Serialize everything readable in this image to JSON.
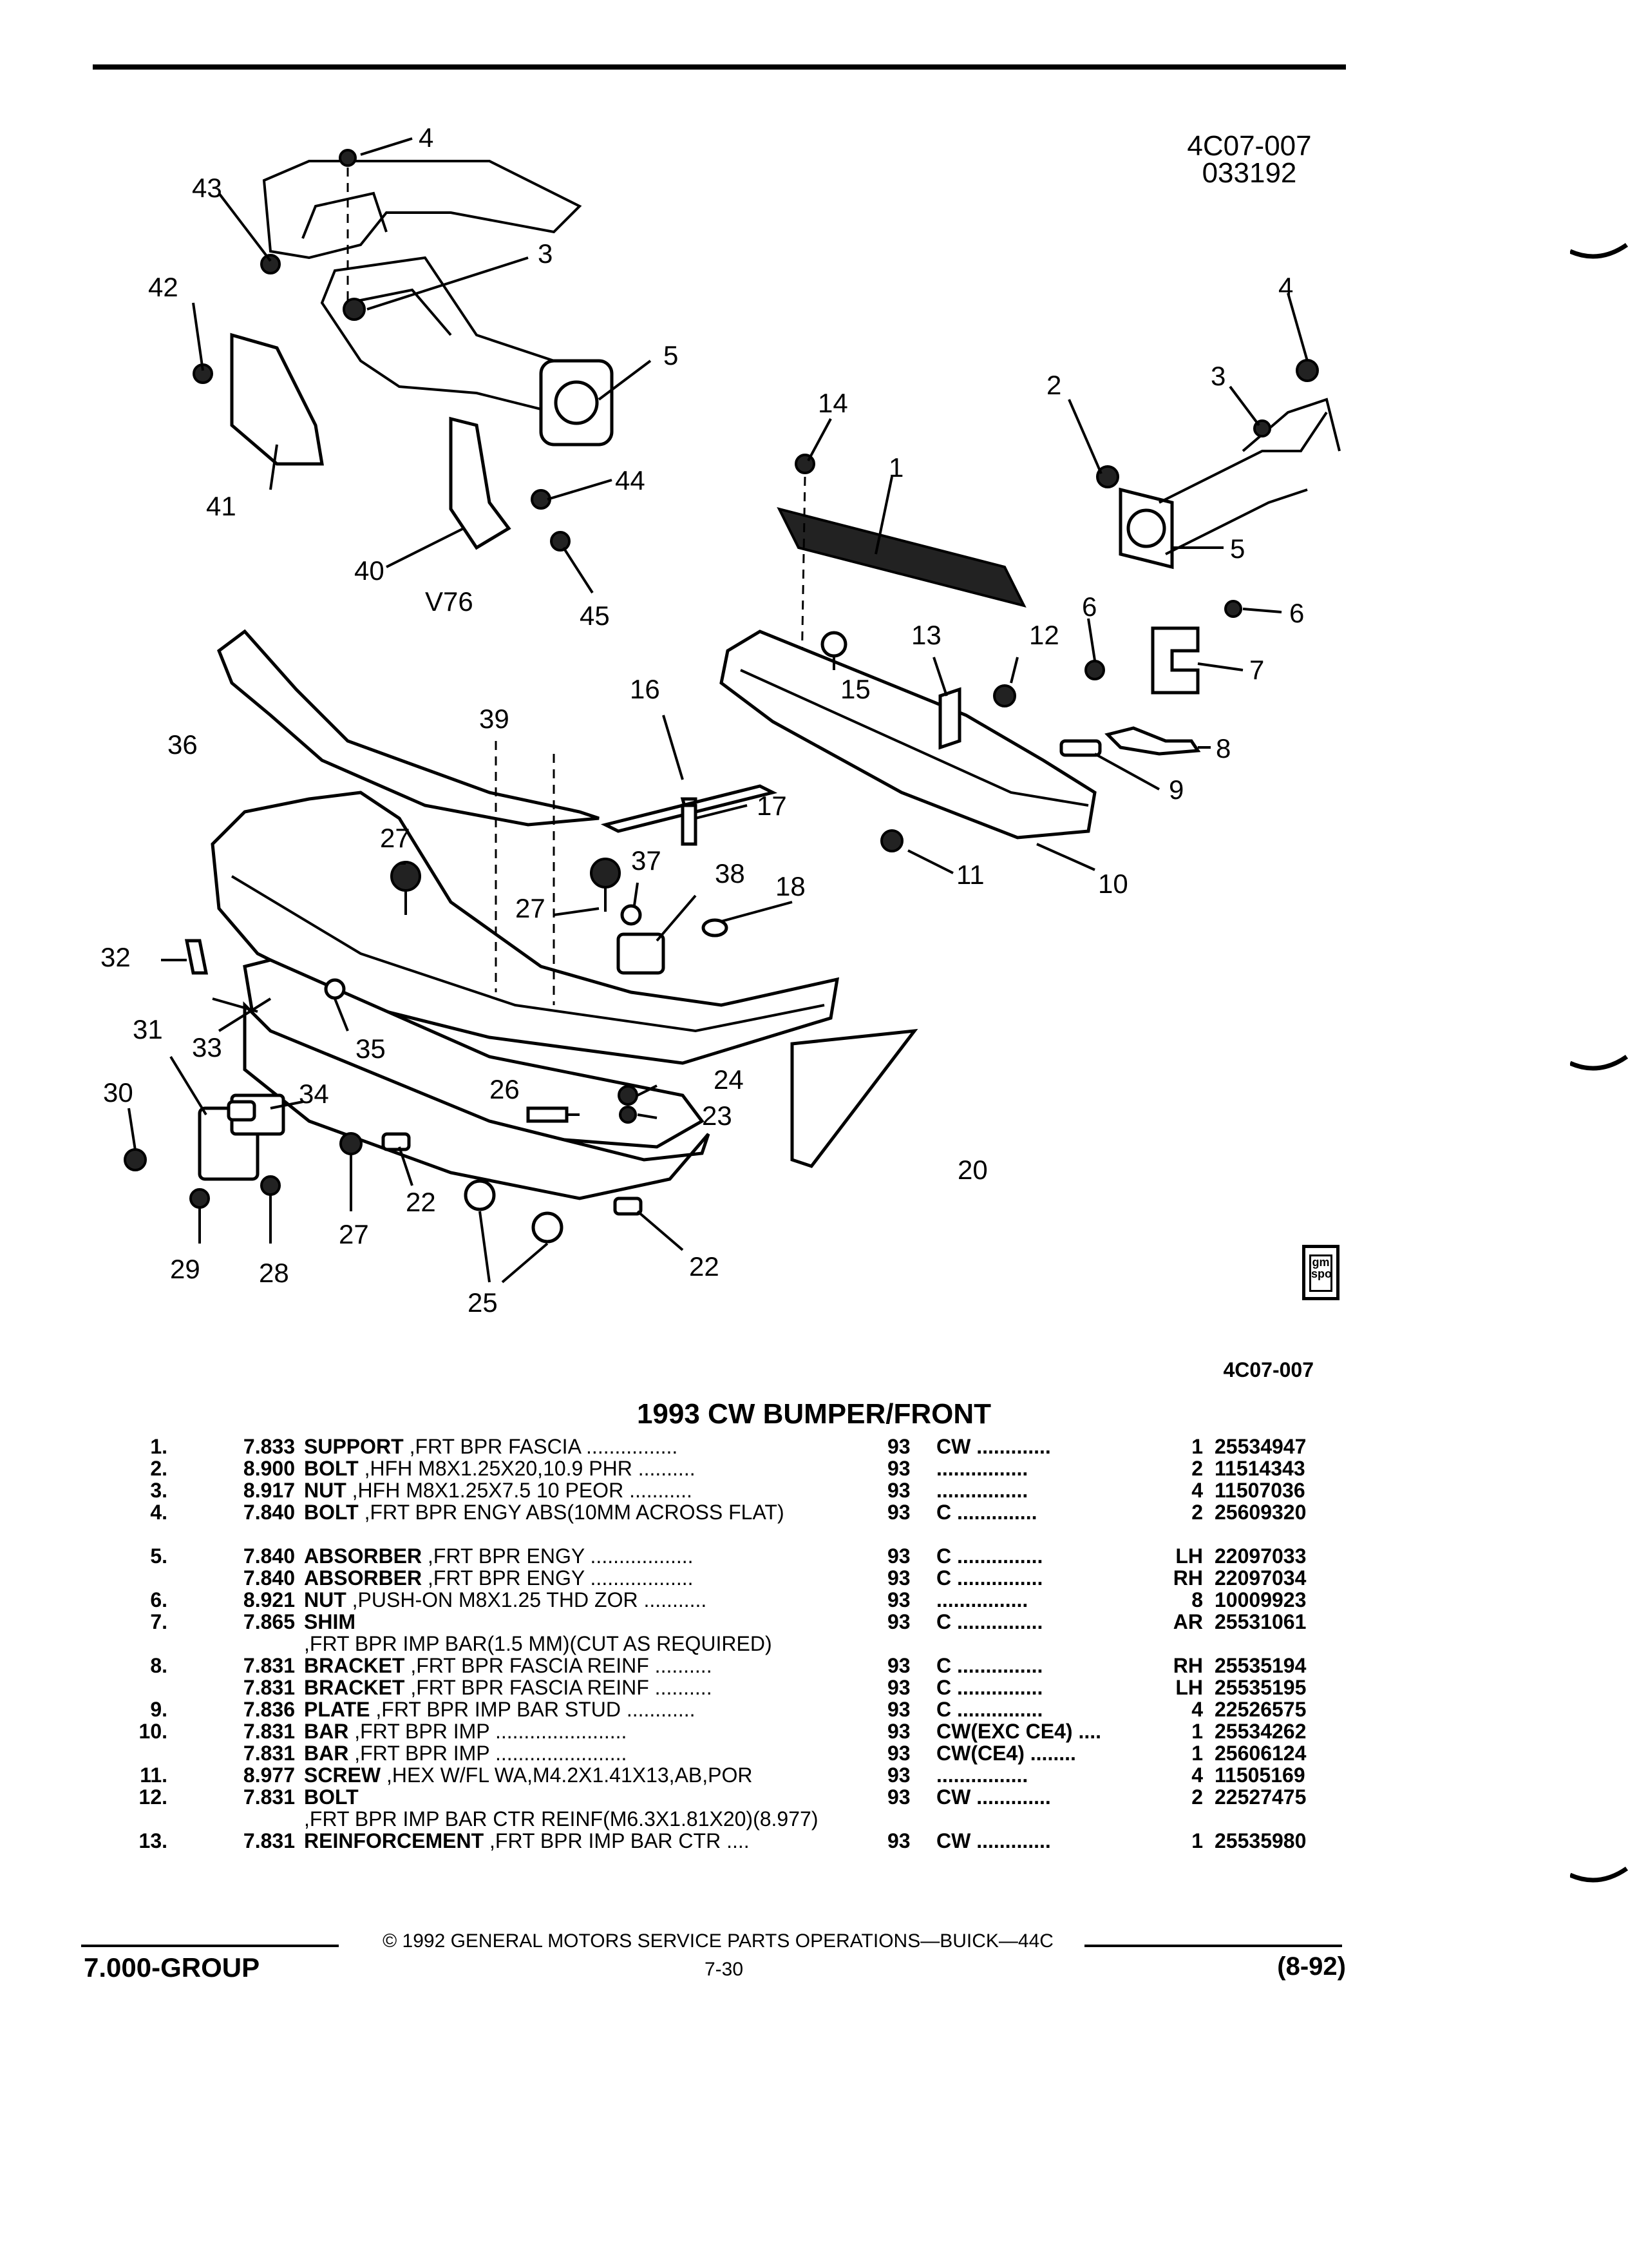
{
  "header": {
    "illustration_code": "4C07-007",
    "illustration_date": "033192"
  },
  "diagram": {
    "variant_label": "V76",
    "callouts": [
      "1",
      "2",
      "3",
      "4",
      "5",
      "6",
      "7",
      "8",
      "9",
      "10",
      "11",
      "12",
      "13",
      "14",
      "15",
      "16",
      "17",
      "18",
      "20",
      "22",
      "23",
      "24",
      "25",
      "26",
      "27",
      "28",
      "29",
      "30",
      "31",
      "32",
      "33",
      "34",
      "35",
      "36",
      "37",
      "38",
      "39",
      "40",
      "41",
      "42",
      "43",
      "44",
      "45"
    ],
    "logo_text": "gm spo"
  },
  "reference_code": "4C07-007",
  "section_title": "1993 CW BUMPER/FRONT",
  "parts": [
    {
      "item": "1.",
      "group": "7.833",
      "name": "SUPPORT",
      "detail": " ,FRT BPR FASCIA ................",
      "year": "93",
      "model": "CW .............",
      "qty": "1",
      "part_no": "25534947"
    },
    {
      "item": "2.",
      "group": "8.900",
      "name": "BOLT",
      "detail": " ,HFH M8X1.25X20,10.9 PHR ..........",
      "year": "93",
      "model": "................",
      "qty": "2",
      "part_no": "11514343"
    },
    {
      "item": "3.",
      "group": "8.917",
      "name": "NUT",
      "detail": " ,HFH M8X1.25X7.5 10 PEOR ...........",
      "year": "93",
      "model": "................",
      "qty": "4",
      "part_no": "11507036"
    },
    {
      "item": "4.",
      "group": "7.840",
      "name": "BOLT",
      "detail": " ,FRT BPR ENGY ABS(10MM ACROSS FLAT)",
      "year": "93",
      "model": "C ..............",
      "qty": "2",
      "part_no": "25609320"
    },
    {
      "item": "5.",
      "group": "7.840",
      "name": "ABSORBER",
      "detail": " ,FRT BPR ENGY ..................",
      "year": "93",
      "model": "C ...............",
      "qty": "LH",
      "part_no": "22097033"
    },
    {
      "item": "",
      "group": "7.840",
      "name": "ABSORBER",
      "detail": " ,FRT BPR ENGY ..................",
      "year": "93",
      "model": "C ...............",
      "qty": "RH",
      "part_no": "22097034"
    },
    {
      "item": "6.",
      "group": "8.921",
      "name": "NUT",
      "detail": " ,PUSH-ON M8X1.25 THD ZOR ...........",
      "year": "93",
      "model": "................",
      "qty": "8",
      "part_no": "10009923"
    },
    {
      "item": "7.",
      "group": "7.865",
      "name": "SHIM",
      "detail": " ,FRT BPR IMP BAR(1.5 MM)(CUT AS REQUIRED)",
      "year": "93",
      "model": "C ...............",
      "qty": "AR",
      "part_no": "25531061"
    },
    {
      "item": "8.",
      "group": "7.831",
      "name": "BRACKET",
      "detail": " ,FRT BPR FASCIA REINF ..........",
      "year": "93",
      "model": "C ...............",
      "qty": "RH",
      "part_no": "25535194"
    },
    {
      "item": "",
      "group": "7.831",
      "name": "BRACKET",
      "detail": " ,FRT BPR FASCIA REINF ..........",
      "year": "93",
      "model": "C ...............",
      "qty": "LH",
      "part_no": "25535195"
    },
    {
      "item": "9.",
      "group": "7.836",
      "name": "PLATE",
      "detail": " ,FRT BPR IMP BAR STUD ............",
      "year": "93",
      "model": "C ...............",
      "qty": "4",
      "part_no": "22526575"
    },
    {
      "item": "10.",
      "group": "7.831",
      "name": "BAR",
      "detail": " ,FRT BPR IMP .......................",
      "year": "93",
      "model": "CW(EXC CE4) ....",
      "qty": "1",
      "part_no": "25534262"
    },
    {
      "item": "",
      "group": "7.831",
      "name": "BAR",
      "detail": " ,FRT BPR IMP .......................",
      "year": "93",
      "model": "CW(CE4) ........",
      "qty": "1",
      "part_no": "25606124"
    },
    {
      "item": "11.",
      "group": "8.977",
      "name": "SCREW",
      "detail": " ,HEX W/FL WA,M4.2X1.41X13,AB,POR",
      "year": "93",
      "model": "................",
      "qty": "4",
      "part_no": "11505169"
    },
    {
      "item": "12.",
      "group": "7.831",
      "name": "BOLT",
      "detail": " ,FRT BPR IMP BAR CTR REINF(M6.3X1.81X20)(8.977)",
      "year": "93",
      "model": "CW .............",
      "qty": "2",
      "part_no": "22527475"
    },
    {
      "item": "13.",
      "group": "7.831",
      "name": "REINFORCEMENT",
      "detail": " ,FRT BPR IMP BAR CTR ....",
      "year": "93",
      "model": "CW .............",
      "qty": "1",
      "part_no": "25535980"
    }
  ],
  "footer": {
    "copyright": "© 1992 GENERAL MOTORS SERVICE PARTS OPERATIONS—BUICK—44C",
    "group_label": "7.000-GROUP",
    "page_number": "7-30",
    "revision": "(8-92)"
  }
}
